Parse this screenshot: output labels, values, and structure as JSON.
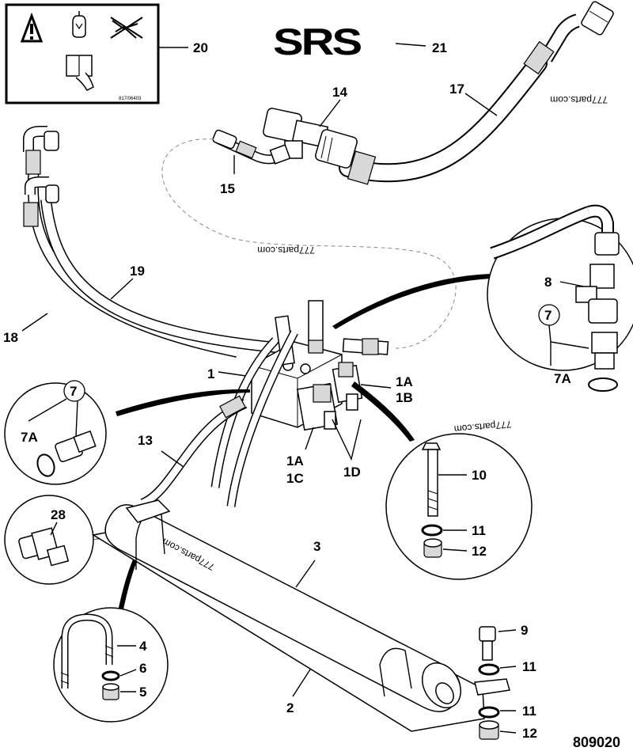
{
  "logo_text": "SRS",
  "figure_number": "809020",
  "watermark": "777parts.com",
  "warning_decal_code": "817/06403",
  "callouts": {
    "c1": "1",
    "c1a": "1A",
    "c1b": "1B",
    "c1a2": "1A",
    "c1c": "1C",
    "c1d": "1D",
    "c2": "2",
    "c3": "3",
    "c4": "4",
    "c5": "5",
    "c6": "6",
    "c7a": "7",
    "c7aa": "7A",
    "c7b": "7",
    "c7ba": "7A",
    "c8": "8",
    "c9": "9",
    "c10": "10",
    "c11a": "11",
    "c11b": "11",
    "c11c": "11",
    "c12a": "12",
    "c12b": "12",
    "c13": "13",
    "c14": "14",
    "c15": "15",
    "c17": "17",
    "c18": "18",
    "c19": "19",
    "c20": "20",
    "c21": "21",
    "c28": "28"
  }
}
